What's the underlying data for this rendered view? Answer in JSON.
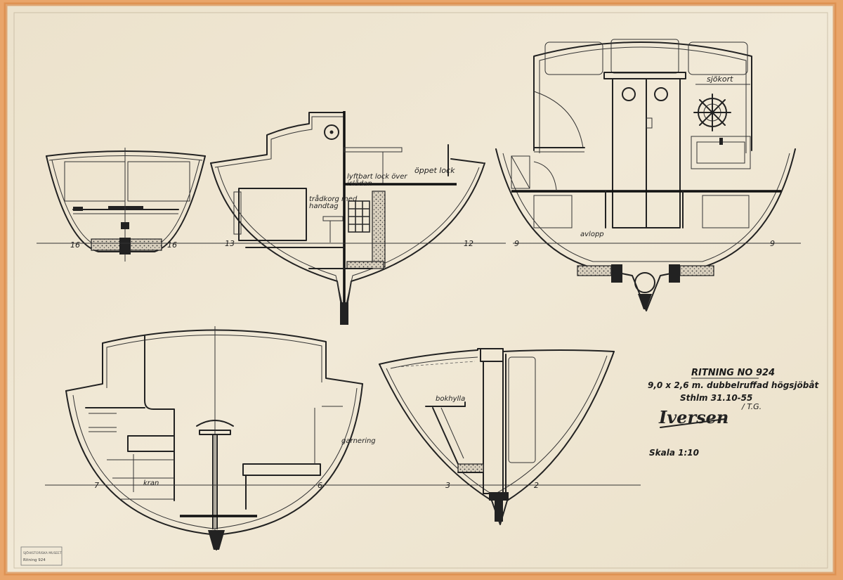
{
  "title_block": {
    "drawing_number": "RITNING NO 924",
    "description": "9,0 x 2,6 m. dubbelruffad högsjöbåt",
    "place_date": "Sthlm 31.10-55",
    "signature": "Iversen",
    "initials": "/ T.G.",
    "scale": "Skala 1:10"
  },
  "stamp": {
    "line1": "SJÖHISTORISKA MUSEET",
    "line2": "Ritning 924"
  },
  "sections": {
    "s16": {
      "left": "16",
      "right": "16"
    },
    "s13": {
      "left": "13",
      "right": "12",
      "label_hatch": "lyftbart lock över",
      "label_hatch2": "islådan",
      "label_open": "öppet lock",
      "label_basket": "trådkorg med",
      "label_basket2": "handtag"
    },
    "s9": {
      "left": "9",
      "right": "9",
      "label_chart": "sjökort",
      "label_drain": "avlopp"
    },
    "s7": {
      "left": "7",
      "right": "6",
      "label_tap": "kran",
      "label_panel": "garnering"
    },
    "s3": {
      "left": "3",
      "right": "2",
      "label_shelf": "bokhylla"
    }
  },
  "colors": {
    "paper": "#efe6d2",
    "edge": "#e9a56a",
    "ink": "#222222"
  }
}
